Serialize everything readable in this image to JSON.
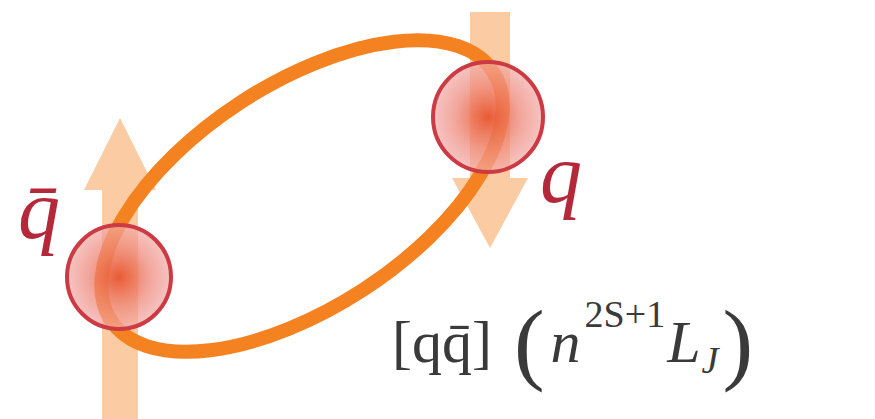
{
  "diagram": {
    "labels": [
      "q̄",
      "q",
      "[qq̄]",
      "(",
      "n",
      "2S+1",
      "L",
      "J",
      ")"
    ]
  }
}
